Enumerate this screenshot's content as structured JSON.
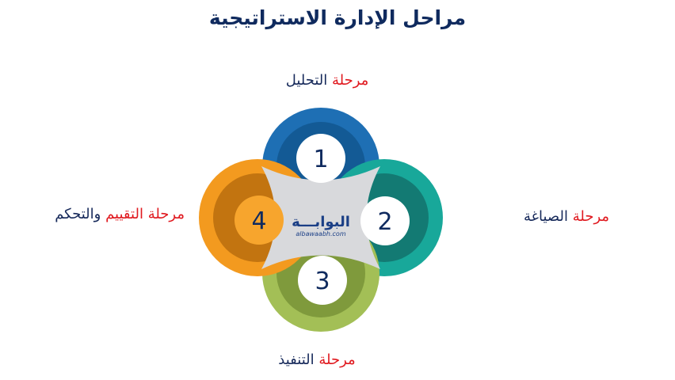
{
  "title": "مراحل الإدارة الاستراتيجية",
  "stages": [
    {
      "number": "1",
      "keyword": "مرحلة",
      "name": "التحليل",
      "color": "#1e6fb4",
      "inner": "#135a95"
    },
    {
      "number": "2",
      "keyword": "مرحلة",
      "name": "الصياغة",
      "color": "#18a89a",
      "inner": "#137a73"
    },
    {
      "number": "3",
      "keyword": "مرحلة",
      "name": "التنفيذ",
      "color": "#a3bf56",
      "inner": "#7f9a3c"
    },
    {
      "number": "4",
      "keyword": "مرحلة",
      "name": "التقييم",
      "name_suffix": "والتحكم",
      "color": "#f39a1f",
      "inner": "#c27410"
    }
  ],
  "logo": {
    "arabic": "البوابـــة",
    "latin": "albawaabh.com"
  },
  "colors": {
    "center": "#d8d9dc",
    "title": "#0f2a5e",
    "keyword": "#e0191f",
    "label": "#16295a"
  }
}
